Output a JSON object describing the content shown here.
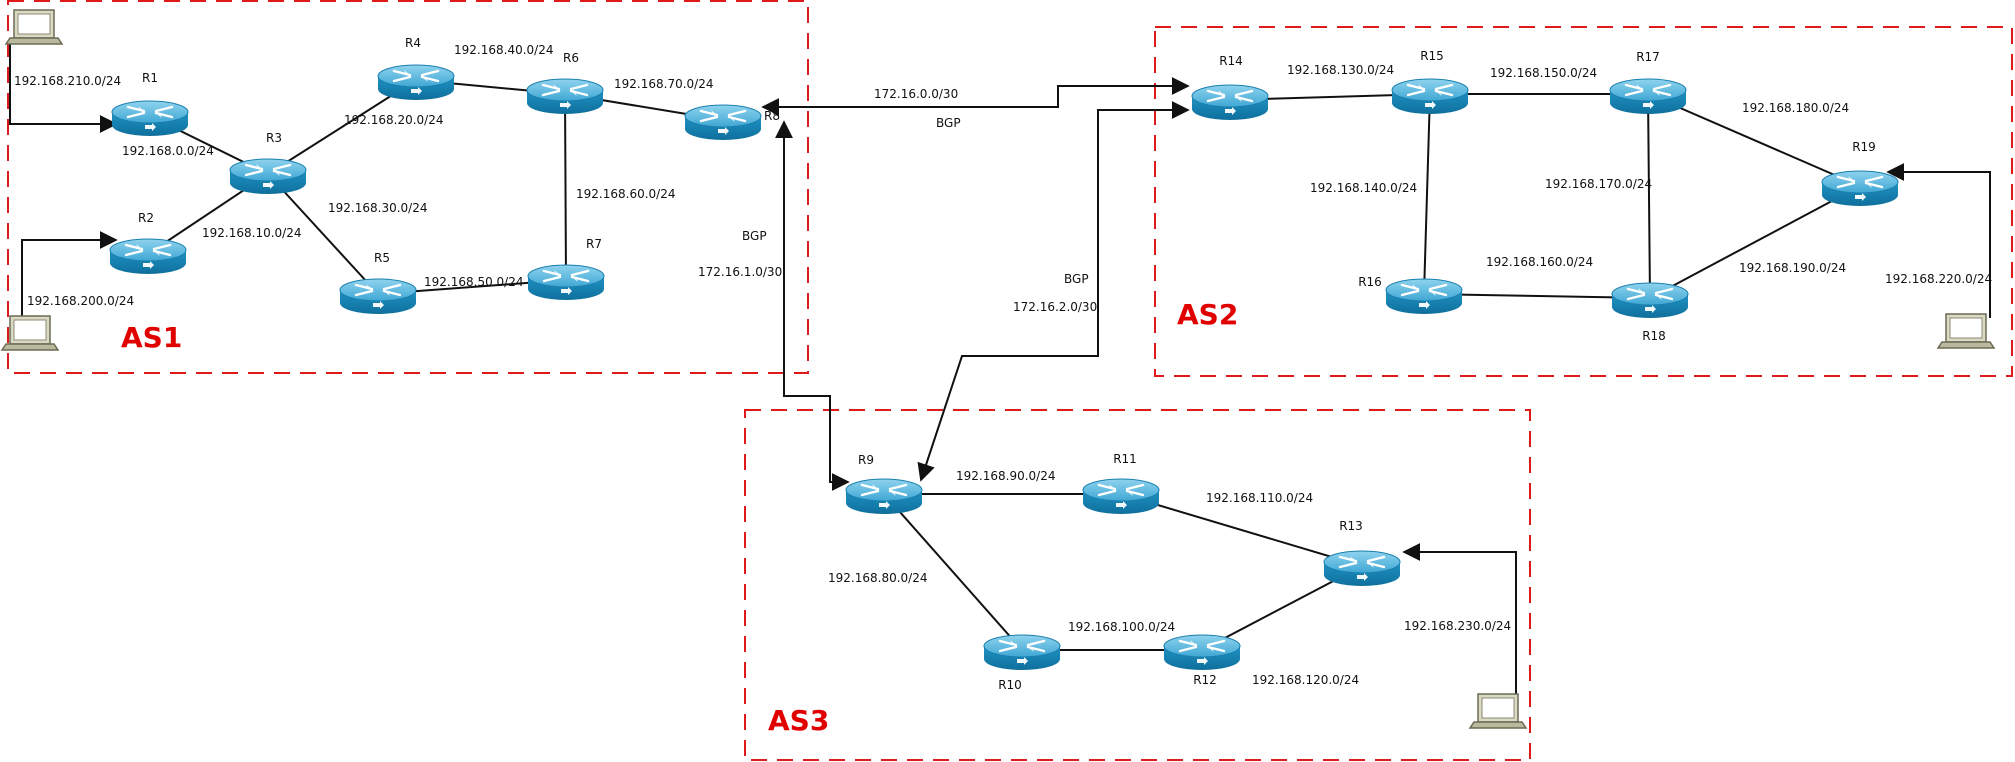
{
  "autonomous_systems": [
    {
      "id": "as1",
      "label": "AS1"
    },
    {
      "id": "as2",
      "label": "AS2"
    },
    {
      "id": "as3",
      "label": "AS3"
    }
  ],
  "routers": [
    {
      "id": "R1",
      "label": "R1"
    },
    {
      "id": "R2",
      "label": "R2"
    },
    {
      "id": "R3",
      "label": "R3"
    },
    {
      "id": "R4",
      "label": "R4"
    },
    {
      "id": "R5",
      "label": "R5"
    },
    {
      "id": "R6",
      "label": "R6"
    },
    {
      "id": "R7",
      "label": "R7"
    },
    {
      "id": "R8",
      "label": "R8"
    },
    {
      "id": "R9",
      "label": "R9"
    },
    {
      "id": "R10",
      "label": "R10"
    },
    {
      "id": "R11",
      "label": "R11"
    },
    {
      "id": "R12",
      "label": "R12"
    },
    {
      "id": "R13",
      "label": "R13"
    },
    {
      "id": "R14",
      "label": "R14"
    },
    {
      "id": "R15",
      "label": "R15"
    },
    {
      "id": "R16",
      "label": "R16"
    },
    {
      "id": "R17",
      "label": "R17"
    },
    {
      "id": "R18",
      "label": "R18"
    },
    {
      "id": "R19",
      "label": "R19"
    }
  ],
  "links": [
    {
      "id": "r1-r3",
      "from": "R1",
      "to": "R3",
      "network": "192.168.0.0/24"
    },
    {
      "id": "r2-r3",
      "from": "R2",
      "to": "R3",
      "network": "192.168.10.0/24"
    },
    {
      "id": "r3-r4",
      "from": "R3",
      "to": "R4",
      "network": "192.168.20.0/24"
    },
    {
      "id": "r3-r5",
      "from": "R3",
      "to": "R5",
      "network": "192.168.30.0/24"
    },
    {
      "id": "r4-r6",
      "from": "R4",
      "to": "R6",
      "network": "192.168.40.0/24"
    },
    {
      "id": "r5-r7",
      "from": "R5",
      "to": "R7",
      "network": "192.168.50.0/24"
    },
    {
      "id": "r6-r7",
      "from": "R6",
      "to": "R7",
      "network": "192.168.60.0/24"
    },
    {
      "id": "r6-r8",
      "from": "R6",
      "to": "R8",
      "network": "192.168.70.0/24"
    },
    {
      "id": "r9-r10",
      "from": "R9",
      "to": "R10",
      "network": "192.168.80.0/24"
    },
    {
      "id": "r9-r11",
      "from": "R9",
      "to": "R11",
      "network": "192.168.90.0/24"
    },
    {
      "id": "r10-r12",
      "from": "R10",
      "to": "R12",
      "network": "192.168.100.0/24"
    },
    {
      "id": "r11-r13",
      "from": "R11",
      "to": "R13",
      "network": "192.168.110.0/24"
    },
    {
      "id": "r12-r13",
      "from": "R12",
      "to": "R13",
      "network": "192.168.120.0/24"
    },
    {
      "id": "r14-r15",
      "from": "R14",
      "to": "R15",
      "network": "192.168.130.0/24"
    },
    {
      "id": "r15-r16",
      "from": "R15",
      "to": "R16",
      "network": "192.168.140.0/24"
    },
    {
      "id": "r15-r17",
      "from": "R15",
      "to": "R17",
      "network": "192.168.150.0/24"
    },
    {
      "id": "r16-r18",
      "from": "R16",
      "to": "R18",
      "network": "192.168.160.0/24"
    },
    {
      "id": "r17-r18",
      "from": "R17",
      "to": "R18",
      "network": "192.168.170.0/24"
    },
    {
      "id": "r17-r19",
      "from": "R17",
      "to": "R19",
      "network": "192.168.180.0/24"
    },
    {
      "id": "r18-r19",
      "from": "R18",
      "to": "R19",
      "network": "192.168.190.0/24"
    }
  ],
  "bgp_links": [
    {
      "id": "r8-r14",
      "from": "R8",
      "to": "R14",
      "network": "172.16.0.0/30",
      "protocol": "BGP"
    },
    {
      "id": "r8-r9",
      "from": "R8",
      "to": "R9",
      "network": "172.16.1.0/30",
      "protocol": "BGP"
    },
    {
      "id": "r9-r14",
      "from": "R9",
      "to": "R14",
      "network": "172.16.2.0/30",
      "protocol": "BGP"
    }
  ],
  "hosts": [
    {
      "id": "host-r1",
      "attached_to": "R1",
      "network": "192.168.210.0/24"
    },
    {
      "id": "host-r2",
      "attached_to": "R2",
      "network": "192.168.200.0/24"
    },
    {
      "id": "host-r19",
      "attached_to": "R19",
      "network": "192.168.220.0/24"
    },
    {
      "id": "host-r13",
      "attached_to": "R13",
      "network": "192.168.230.0/24"
    }
  ],
  "colors": {
    "as_border": "#e0191b",
    "as_label": "#e00000",
    "router_top": "#5ab8dc",
    "router_body": "#1583b4",
    "line": "#111111"
  }
}
